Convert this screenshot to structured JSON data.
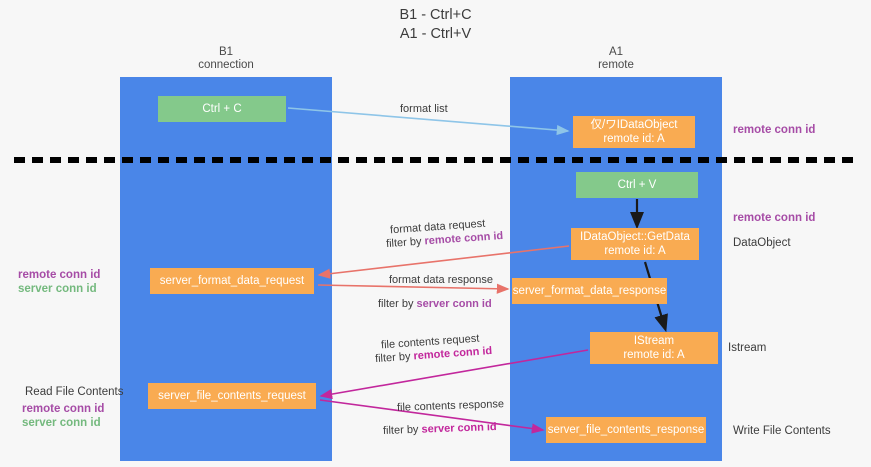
{
  "title": {
    "line1": "B1 - Ctrl+C",
    "line2": "A1 - Ctrl+V"
  },
  "columns": {
    "left": {
      "name": "B1",
      "role": "connection"
    },
    "right": {
      "name": "A1",
      "role": "remote"
    }
  },
  "nodes": {
    "ctrl_c": {
      "label": "Ctrl + C",
      "color": "#84c98b"
    },
    "ctrl_v": {
      "label": "Ctrl + V",
      "color": "#84c98b"
    },
    "idataobject": {
      "line1": "仅/ワIDataObject",
      "line2": "remote id: A",
      "color": "#f9ab52"
    },
    "getdata": {
      "line1": "IDataObject::GetData",
      "line2": "remote id: A",
      "color": "#f9ab52"
    },
    "istream": {
      "line1": "IStream",
      "line2": "remote id: A",
      "color": "#f9ab52"
    },
    "server_format_data_request": {
      "label": "server_format_data_request",
      "color": "#f9ab52"
    },
    "server_format_data_response": {
      "label": "server_format_data_response",
      "color": "#f9ab52"
    },
    "server_file_contents_request": {
      "label": "server_file_contents_request",
      "color": "#f9ab52"
    },
    "server_file_contents_response": {
      "label": "server_file_contents_response",
      "color": "#f9ab52"
    }
  },
  "edges": {
    "format_list": "format list",
    "format_data_request": "format data request",
    "format_data_request_filter_prefix": "filter by ",
    "format_data_request_filter_value": "remote conn id",
    "format_data_response": "format data response",
    "format_data_response_filter_prefix": "filter by ",
    "format_data_response_filter_value": "server conn id",
    "file_contents_request": "file contents request",
    "file_contents_request_filter_prefix": "filter by ",
    "file_contents_request_filter_value": "remote conn id",
    "file_contents_response": "file contents response",
    "file_contents_response_filter_prefix": "filter by ",
    "file_contents_response_filter_value": "server conn id"
  },
  "annotations": {
    "right_remote_top": "remote conn id",
    "right_remote_mid": "remote conn id",
    "right_dataobject": "DataObject",
    "right_istream": "Istream",
    "right_write_file": "Write File Contents",
    "left_remote_conn_id": "remote conn id",
    "left_server_conn_id": "server conn id",
    "left_read_file": "Read File Contents",
    "left_remote_conn_id_2": "remote conn id",
    "left_server_conn_id_2": "server conn id"
  },
  "colors": {
    "lane": "#4a86e8",
    "node_green": "#84c98b",
    "node_orange": "#f9ab52",
    "accent_purple": "#a64ca6",
    "accent_green": "#74b97e",
    "accent_pink": "#c2279c",
    "accent_red": "#e8736a",
    "accent_blue": "#8ec5e8",
    "background": "#f7f7f7"
  }
}
